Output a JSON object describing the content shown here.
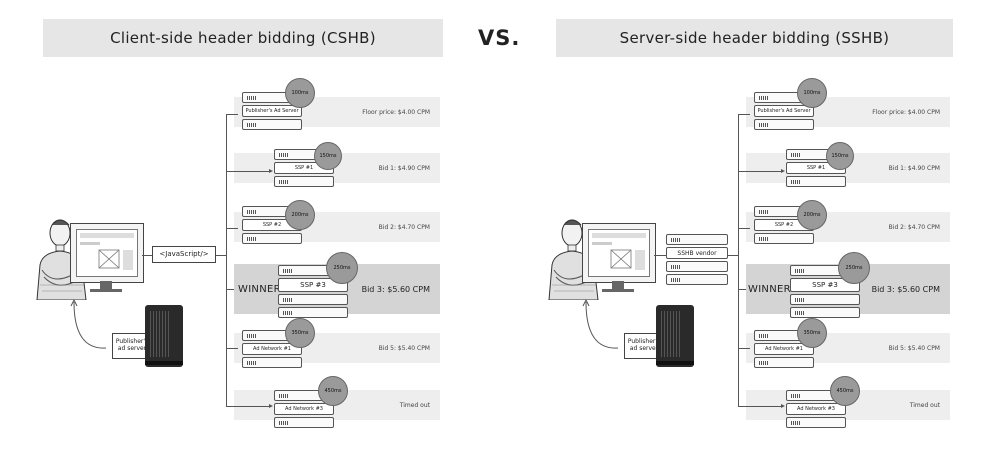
{
  "titles": {
    "left": "Client-side header bidding (CSHB)",
    "vs": "VS.",
    "right": "Server-side header bidding (SSHB)"
  },
  "common": {
    "winner_label": "WINNER",
    "publisher_ad_server_tag": "Publisher's ad server"
  },
  "left_panel": {
    "connector_label": "<JavaScript/>",
    "rows": [
      {
        "server": "Publisher's Ad Server",
        "latency": "100ms",
        "label": "Floor price: $4.00 CPM"
      },
      {
        "server": "SSP #1",
        "latency": "150ms",
        "label": "Bid 1: $4.90 CPM"
      },
      {
        "server": "SSP #2",
        "latency": "200ms",
        "label": "Bid 2: $4.70 CPM"
      },
      {
        "server": "SSP #3",
        "latency": "250ms",
        "label": "Bid 3: $5.60 CPM"
      },
      {
        "server": "Ad Network #1",
        "latency": "350ms",
        "label": "Bid 5: $5.40 CPM"
      },
      {
        "server": "Ad Network #3",
        "latency": "450ms",
        "label": "Timed out"
      }
    ]
  },
  "right_panel": {
    "vendor_label": "SSHB vendor",
    "rows": [
      {
        "server": "Publisher's Ad Server",
        "latency": "100ms",
        "label": "Floor price: $4.00 CPM"
      },
      {
        "server": "SSP #1",
        "latency": "150ms",
        "label": "Bid 1: $4.90 CPM"
      },
      {
        "server": "SSP #2",
        "latency": "200ms",
        "label": "Bid 2: $4.70 CPM"
      },
      {
        "server": "SSP #3",
        "latency": "250ms",
        "label": "Bid 3: $5.60 CPM"
      },
      {
        "server": "Ad Network #1",
        "latency": "350ms",
        "label": "Bid 5: $5.40 CPM"
      },
      {
        "server": "Ad Network #3",
        "latency": "450ms",
        "label": "Timed out"
      }
    ]
  },
  "colors": {
    "title_bg": "#e6e6e6",
    "row_bg": "#eeeeee",
    "winner_bg": "#d4d4d4",
    "latency_badge": "#9a9a9a",
    "line": "#555555"
  }
}
